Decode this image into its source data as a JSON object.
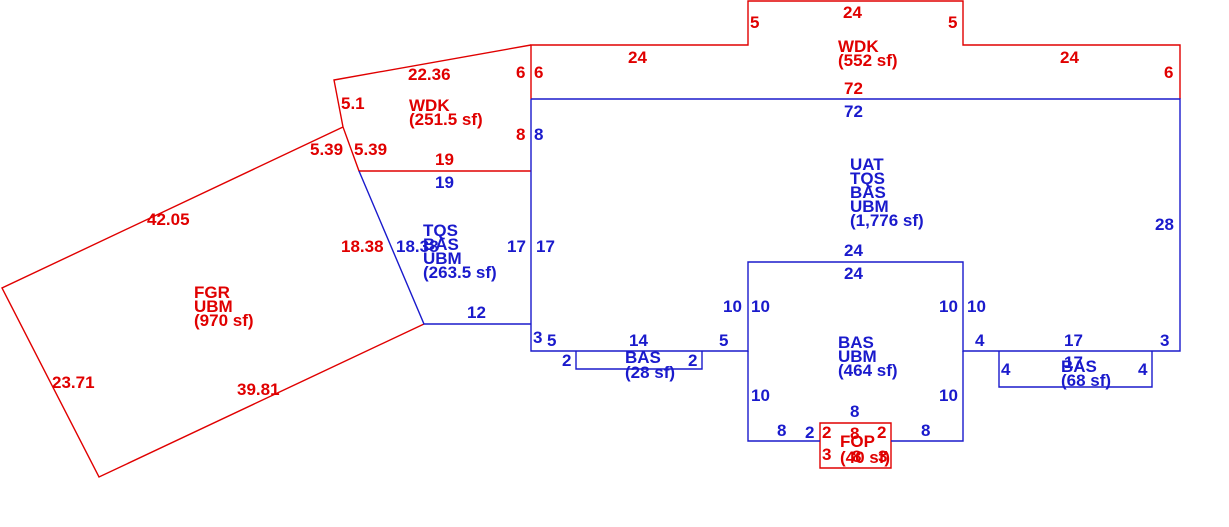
{
  "colors": {
    "red": "#e00000",
    "blue": "#1a1acc"
  },
  "areas": {
    "wdk_top": {
      "l1": "WDK",
      "l2": "(552 sf)"
    },
    "wdk_left": {
      "l1": "WDK",
      "l2": "(251.5 sf)"
    },
    "main": {
      "l1": "UAT",
      "l2": "TQS",
      "l3": "BAS",
      "l4": "UBM",
      "l5": "(1,776 sf)"
    },
    "mid": {
      "l1": "TQS",
      "l2": "BAS",
      "l3": "UBM",
      "l4": "(263.5 sf)"
    },
    "fgr": {
      "l1": "FGR",
      "l2": "UBM",
      "l3": "(970 sf)"
    },
    "bay": {
      "l1": "BAS",
      "l2": "UBM",
      "l3": "(464 sf)"
    },
    "small_l": {
      "l1": "BAS",
      "l2": "(28 sf)"
    },
    "small_r": {
      "l1": "BAS",
      "l2": "(68 sf)"
    },
    "fop": {
      "l1": "FOP",
      "l2": "(40 sf)"
    }
  },
  "dims": {
    "t24_top": "24",
    "t5_a": "5",
    "t5_b": "5",
    "t24_left": "24",
    "t24_right": "24",
    "t6_r": "6",
    "t6_a": "6",
    "t6_b": "6",
    "t72_red": "72",
    "t72_blue": "72",
    "t22": "22.36",
    "t51": "5.1",
    "t8_red": "8",
    "t8_blue": "8",
    "t539_a": "5.39",
    "t539_b": "5.39",
    "t19_red": "19",
    "t19_blue": "19",
    "t4205": "42.05",
    "t1838_red": "18.38",
    "t1838_blue": "18.38",
    "t17_red": "17",
    "t17_blue": "17",
    "t28": "28",
    "t24_bay_a": "24",
    "t24_bay_b": "24",
    "t12": "12",
    "t10_a": "10",
    "t10_b": "10",
    "t10_c": "10",
    "t10_d": "10",
    "t10_e": "10",
    "t10_f": "10",
    "t3_a": "3",
    "t5_c": "5",
    "t14": "14",
    "t5_d": "5",
    "t2_a": "2",
    "t2_b": "2",
    "t4_a": "4",
    "t17_b": "17",
    "t3_b": "3",
    "t4_b": "4",
    "t4_c": "4",
    "t17_c": "17",
    "t2371": "23.71",
    "t3981": "39.81",
    "t8_bay": "8",
    "t8_l": "8",
    "t2_c": "2",
    "t2_d": "2",
    "t8_fop": "8",
    "t2_e": "2",
    "t8_r": "8",
    "t3_c": "3",
    "t8_fop2": "8",
    "t3_d": "3"
  }
}
